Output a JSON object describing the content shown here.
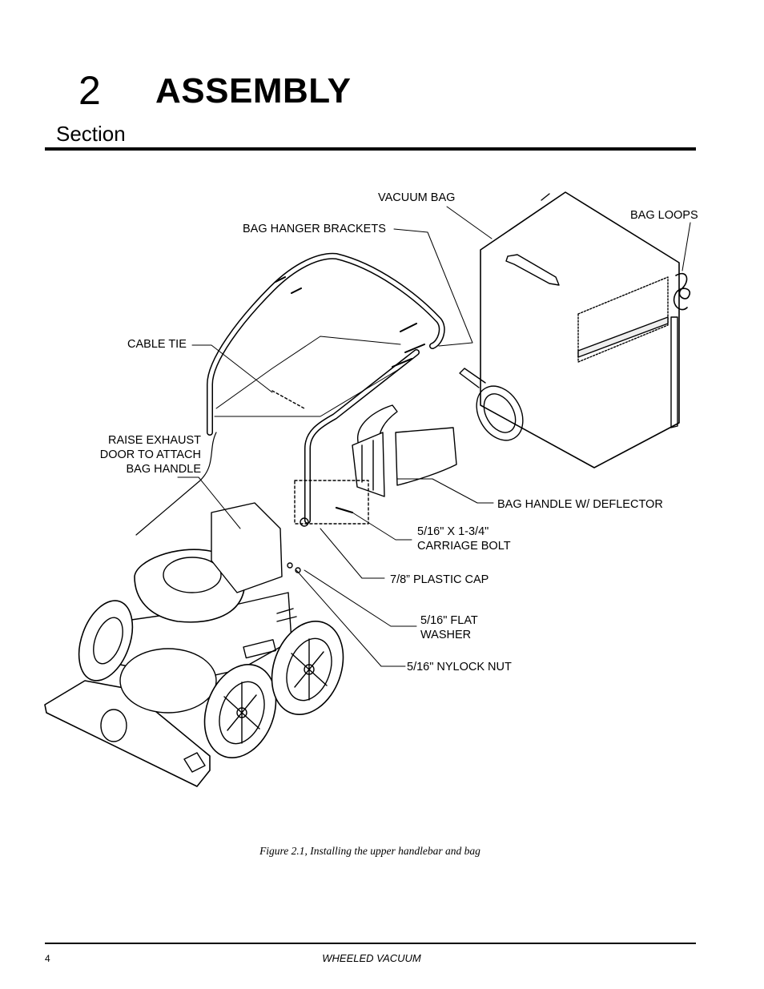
{
  "header": {
    "section_number": "2",
    "section_title": "ASSEMBLY",
    "section_word": "Section"
  },
  "figure": {
    "callouts": {
      "vacuum_bag": "VACUUM BAG",
      "bag_loops": "BAG LOOPS",
      "bag_hanger_brackets": "BAG HANGER BRACKETS",
      "cable_tie": "CABLE TIE",
      "raise_exhaust": "RAISE EXHAUST\nDOOR TO ATTACH\nBAG HANDLE",
      "bag_handle_deflector": "BAG HANDLE W/ DEFLECTOR",
      "carriage_bolt": "5/16\" X 1-3/4\"\nCARRIAGE BOLT",
      "plastic_cap": "7/8” PLASTIC CAP",
      "flat_washer": "5/16\" FLAT\nWASHER",
      "nylock_nut": "5/16\" NYLOCK NUT"
    },
    "caption": "Figure 2.1, Installing the upper handlebar and bag"
  },
  "footer": {
    "page_number": "4",
    "title": "WHEELED VACUUM"
  }
}
